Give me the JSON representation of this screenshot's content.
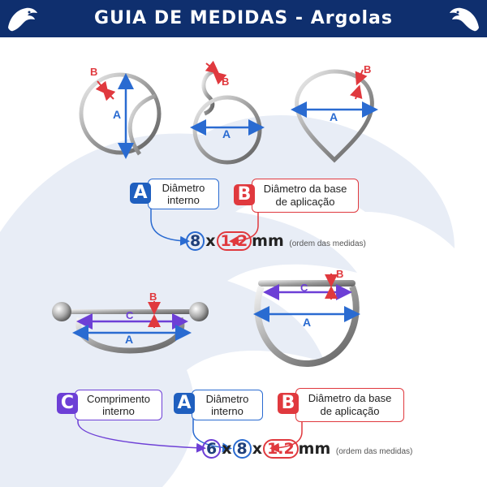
{
  "header": {
    "title": "GUIA DE MEDIDAS - Argolas",
    "left_icon": "eagle-icon",
    "right_icon": "eagle-icon"
  },
  "colors": {
    "header_bg": "#0f2f6e",
    "blue": "#2a6bd1",
    "red": "#e0393e",
    "purple": "#6d3fd6"
  },
  "markers": {
    "a": "A",
    "b": "B",
    "c": "C"
  },
  "legend_top": {
    "a_badge": "A",
    "a_line1": "Diâmetro",
    "a_line2": "interno",
    "b_badge": "B",
    "b_line1": "Diâmetro da base",
    "b_line2": "de aplicação",
    "formula": {
      "a_value": "8",
      "x1": "x",
      "b_value": "1.2",
      "unit": "mm",
      "note": "(ordem das medidas)"
    }
  },
  "legend_bottom": {
    "c_badge": "C",
    "c_line1": "Comprimento",
    "c_line2": "interno",
    "a_badge": "A",
    "a_line1": "Diâmetro",
    "a_line2": "interno",
    "b_badge": "B",
    "b_line1": "Diâmetro da base",
    "b_line2": "de aplicação",
    "formula": {
      "c_value": "6",
      "x1": "x",
      "a_value": "8",
      "x2": "x",
      "b_value": "1.2",
      "unit": "mm",
      "note": "(ordem das medidas)"
    }
  }
}
